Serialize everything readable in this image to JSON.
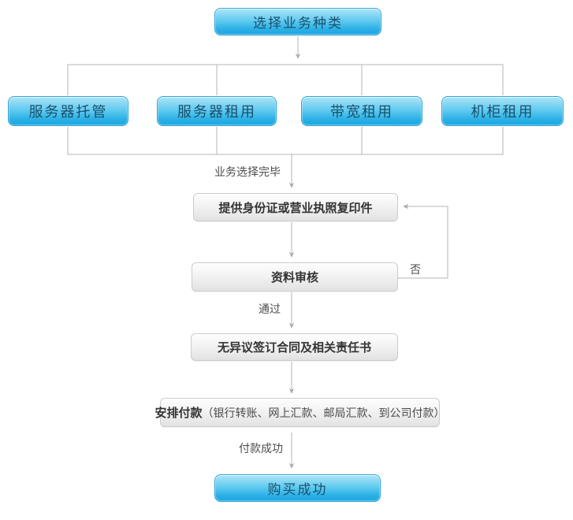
{
  "flowchart": {
    "start": "选择业务种类",
    "business_options": [
      "服务器托管",
      "服务器租用",
      "带宽租用",
      "机柜租用"
    ],
    "steps": {
      "provide_documents": "提供身份证或营业执照复印件",
      "review": "资料审核",
      "sign_contract": "无异议签订合同及相关责任书",
      "arrange_payment": "安排付款",
      "arrange_payment_detail": "（银行转账、网上汇款、邮局汇款、到公司付款）",
      "finish": "购买成功"
    },
    "edge_labels": {
      "selection_complete": "业务选择完毕",
      "no": "否",
      "pass": "通过",
      "payment_success": "付款成功"
    },
    "colors": {
      "node_blue_top": "#aee4f8",
      "node_blue_bottom": "#1ea7e0",
      "node_blue_border": "#2da4d6",
      "node_blue_text": "#194f6b",
      "node_gray_top": "#fefefe",
      "node_gray_bottom": "#e2e2e2",
      "node_gray_border": "#cccccc",
      "node_gray_text": "#333333",
      "connector_line": "#b5b5b5",
      "arrowhead": "#a6a6a6",
      "edge_label_text": "#4c4c4c"
    }
  }
}
